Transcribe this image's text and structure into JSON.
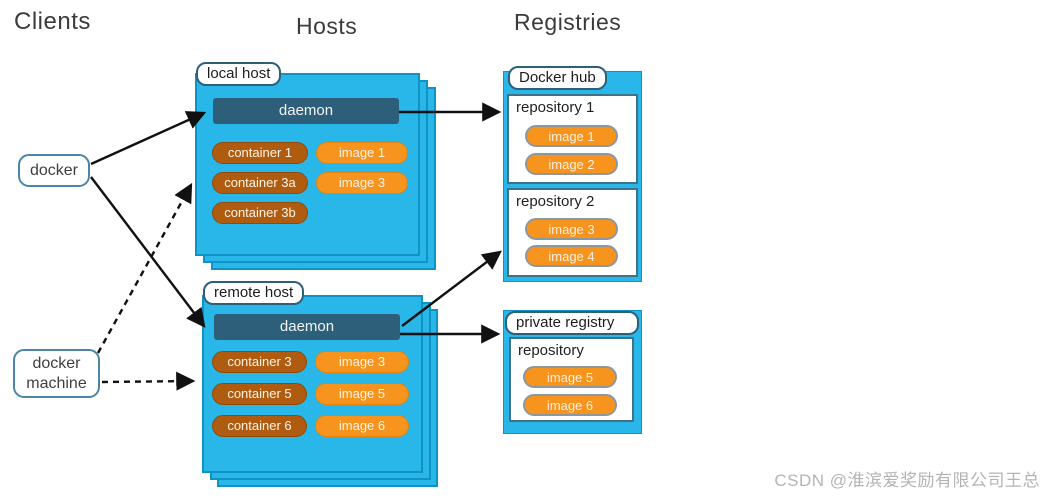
{
  "headers": {
    "clients": "Clients",
    "hosts": "Hosts",
    "registries": "Registries"
  },
  "clients": {
    "docker": "docker",
    "docker_machine": "docker machine"
  },
  "hosts": {
    "local": {
      "label": "local host",
      "daemon": "daemon",
      "containers": [
        "container 1",
        "container 3a",
        "container 3b"
      ],
      "images": [
        "image 1",
        "image 3"
      ]
    },
    "remote": {
      "label": "remote host",
      "daemon": "daemon",
      "containers": [
        "container 3",
        "container 5",
        "container 6"
      ],
      "images": [
        "image 3",
        "image 5",
        "image 6"
      ]
    }
  },
  "registries": {
    "docker_hub": {
      "label": "Docker hub",
      "repo1": {
        "name": "repository 1",
        "images": [
          "image 1",
          "image 2"
        ]
      },
      "repo2": {
        "name": "repository 2",
        "images": [
          "image 3",
          "image 4"
        ]
      }
    },
    "private_registry": {
      "label": "private registry",
      "repo": {
        "name": "repository",
        "images": [
          "image 5",
          "image 6"
        ]
      }
    }
  },
  "watermark": "CSDN @淮滨爱奖励有限公司王总",
  "colors": {
    "host_fill": "#29b6e8",
    "host_border": "#0f93c4",
    "daemon_fill": "#2e5f7a",
    "container_fill": "#b05c10",
    "image_fill": "#f6941e",
    "arrow": "#111111",
    "watermark_text": "#b4b4b4"
  }
}
